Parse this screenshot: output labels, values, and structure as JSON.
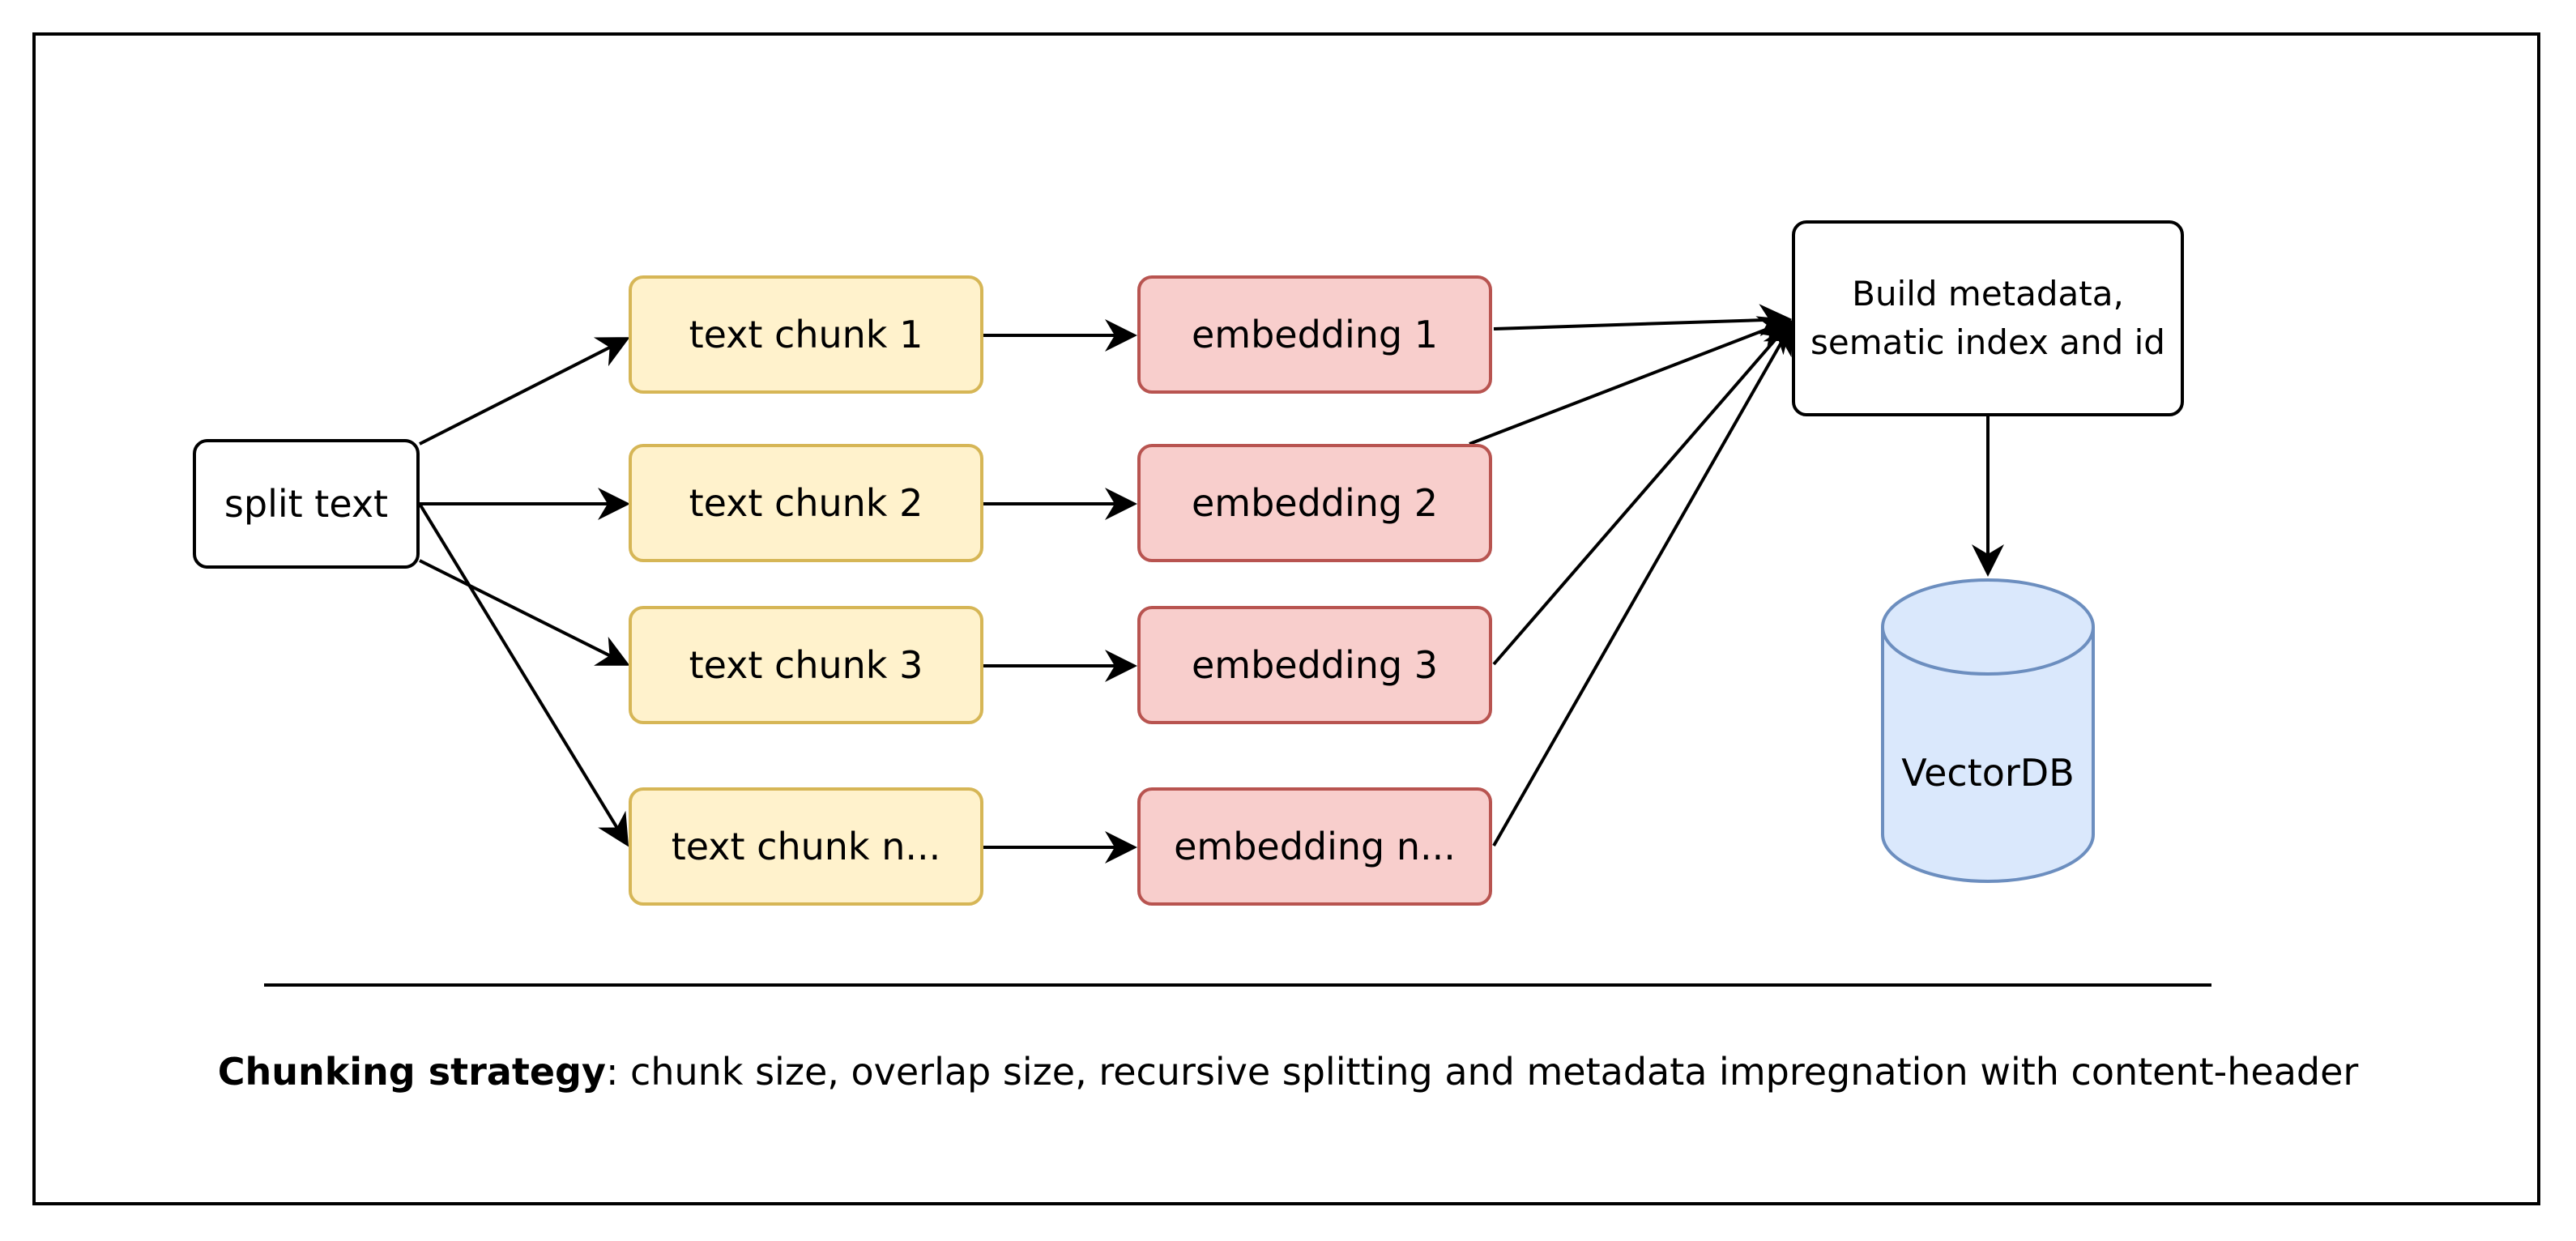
{
  "nodes": {
    "split_text": "split text",
    "chunks": [
      "text chunk 1",
      "text chunk 2",
      "text chunk 3",
      "text chunk n..."
    ],
    "embeddings": [
      "embedding 1",
      "embedding 2",
      "embedding 3",
      "embedding n..."
    ],
    "build_metadata_line1": "Build metadata,",
    "build_metadata_line2": "sematic index and id",
    "vectordb": "VectorDB"
  },
  "caption": {
    "bold": "Chunking strategy",
    "rest": ": chunk size, overlap size, recursive splitting and metadata impregnation with content-header"
  },
  "colors": {
    "chunk_fill": "#fff2cc",
    "chunk_stroke": "#d6b656",
    "embedding_fill": "#f8cecc",
    "embedding_stroke": "#b85450",
    "db_fill": "#dae8fc",
    "db_stroke": "#6c8ebf"
  }
}
